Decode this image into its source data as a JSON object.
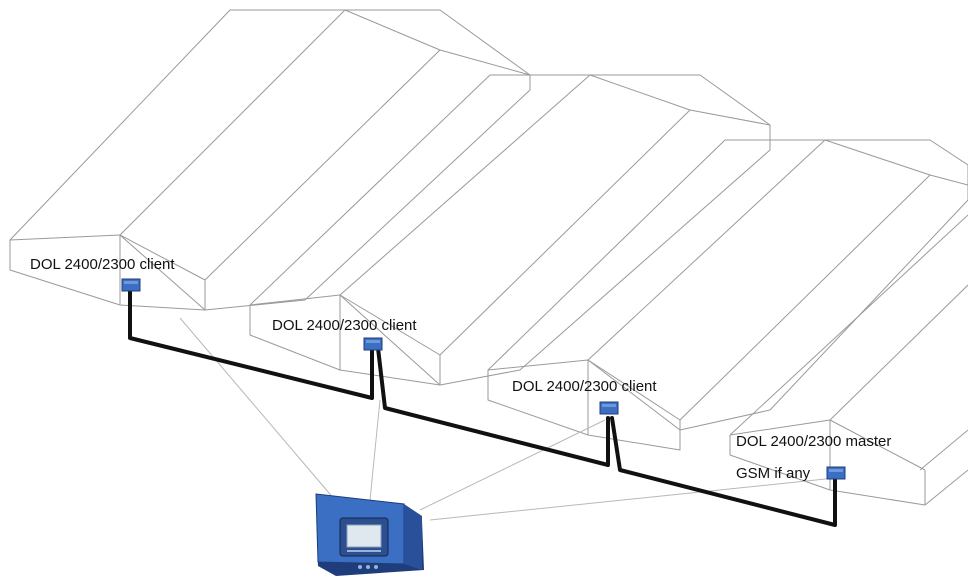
{
  "labels": {
    "client_1": "DOL 2400/2300 client",
    "client_2": "DOL 2400/2300 client",
    "client_3": "DOL 2400/2300 client",
    "master": "DOL 2400/2300 master",
    "gsm": "GSM if any"
  },
  "colors": {
    "outline": "#9a9a9a",
    "cable": "#111111",
    "device": "#3b6fc4",
    "device_dark": "#1f3d7a",
    "screen": "#dfe7ef"
  },
  "icons": {
    "client_module": "controller-module-icon",
    "main_unit": "control-panel-icon"
  }
}
